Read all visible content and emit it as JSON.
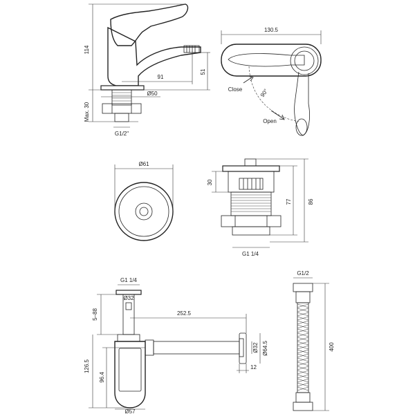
{
  "tap": {
    "height_label": "114",
    "reach_label": "91",
    "spout_height_label": "51",
    "base_diameter_label": "Ø50",
    "max_thickness_label": "Max. 30",
    "thread_label": "G1/2\""
  },
  "lever_plan": {
    "width_label": "130.5",
    "angle_label": "90°",
    "close_label": "Close",
    "open_label": "Open"
  },
  "waste_plan": {
    "diameter_label": "Ø61"
  },
  "waste_side": {
    "slot_height_label": "30",
    "body_height_label": "77",
    "total_height_label": "86",
    "thread_label": "G1 1/4"
  },
  "trap": {
    "thread_label": "G1 1/4",
    "pipe_diameter_label": "Ø32",
    "adjust_label": "5–88",
    "length_label": "252.5",
    "outlet_diameter_label": "Ø32",
    "flange_diameter_label": "Ø64.5",
    "flange_depth_label": "12",
    "height_label": "126.5",
    "body_height_label": "96.4",
    "body_diameter_label": "Ø57"
  },
  "hose": {
    "thread_label": "G1/2",
    "length_label": "400"
  }
}
